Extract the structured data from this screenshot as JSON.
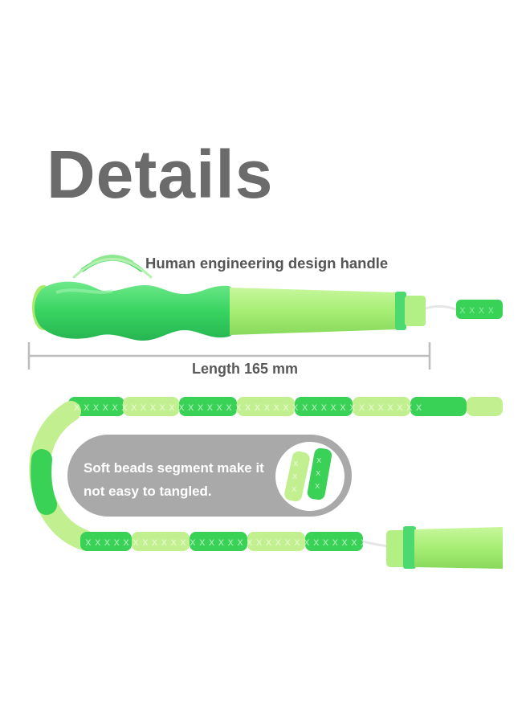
{
  "title": "Details",
  "handle_caption": "Human engineering design handle",
  "length_label": "Length 165 mm",
  "beads_caption": "Soft beads segment make it not easy to tangled.",
  "icons": [
    "vibration-waves-icon"
  ],
  "colors": {
    "title": "#6b6b6b",
    "grip_green": "#3ed866",
    "light_green": "#aef27e",
    "bead_dark": "#39d257",
    "bead_light": "#c2f090",
    "pill": "#a9a9a9"
  }
}
